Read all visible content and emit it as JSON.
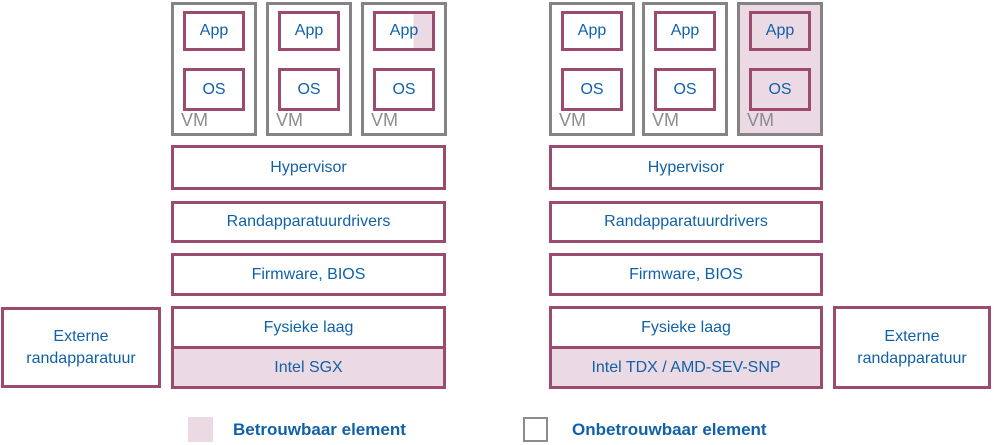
{
  "colors": {
    "box_border_maroon": "#9c4a6e",
    "trusted_fill_pink": "#ebd9e4",
    "text_blue": "#1161a8",
    "vm_border_gray": "#848484",
    "vm_label_gray": "#8c8c8c",
    "legend_untrusted_border_gray": "#8c8c8c"
  },
  "left_stack": {
    "vms": [
      {
        "app_label": "App",
        "os_label": "OS",
        "vm_label": "VM",
        "app_partially_trusted": false,
        "trusted": false
      },
      {
        "app_label": "App",
        "os_label": "OS",
        "vm_label": "VM",
        "app_partially_trusted": false,
        "trusted": false
      },
      {
        "app_label": "App",
        "os_label": "OS",
        "vm_label": "VM",
        "app_partially_trusted": true,
        "trusted": false
      }
    ],
    "layers": {
      "hypervisor": "Hypervisor",
      "drivers": "Randapparatuurdrivers",
      "firmware": "Firmware, BIOS",
      "physical": "Fysieke laag",
      "tee": "Intel SGX"
    },
    "peripheral": "Externe randapparatuur"
  },
  "right_stack": {
    "vms": [
      {
        "app_label": "App",
        "os_label": "OS",
        "vm_label": "VM",
        "app_partially_trusted": false,
        "trusted": false
      },
      {
        "app_label": "App",
        "os_label": "OS",
        "vm_label": "VM",
        "app_partially_trusted": false,
        "trusted": false
      },
      {
        "app_label": "App",
        "os_label": "OS",
        "vm_label": "VM",
        "app_partially_trusted": false,
        "trusted": true
      }
    ],
    "layers": {
      "hypervisor": "Hypervisor",
      "drivers": "Randapparatuurdrivers",
      "firmware": "Firmware, BIOS",
      "physical": "Fysieke laag",
      "tee": "Intel TDX / AMD-SEV-SNP"
    },
    "peripheral": "Externe randapparatuur"
  },
  "legend": {
    "trusted_label": "Betrouwbaar element",
    "untrusted_label": "Onbetrouwbaar element"
  }
}
